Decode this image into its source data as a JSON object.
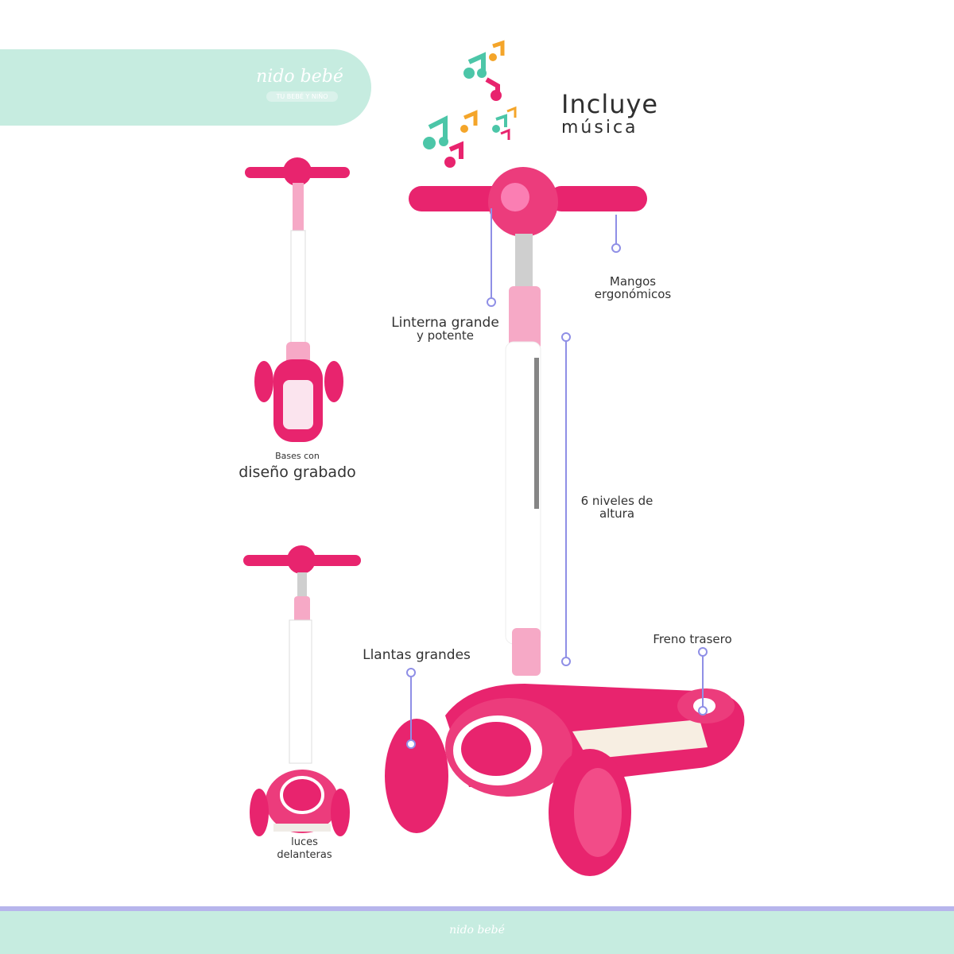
{
  "brand": {
    "name": "nido bebé",
    "tagline": "TU BEBÉ Y NIÑO"
  },
  "footer": {
    "brand_name": "nido bebé"
  },
  "headline": {
    "line1": "Incluye",
    "line2": "música"
  },
  "features": {
    "handles": {
      "line1": "Mangos",
      "line2": "ergonómicos"
    },
    "flashlight": {
      "line1": "Linterna grande",
      "line2": "y potente"
    },
    "height": {
      "line1": "6 niveles de",
      "line2": "altura"
    },
    "brake": {
      "line1": "Freno trasero"
    },
    "wheels": {
      "line1": "Llantas grandes"
    },
    "bases": {
      "line1": "Bases con",
      "line2": "diseño grabado"
    },
    "lights": {
      "line1": "luces",
      "line2": "delanteras"
    }
  },
  "colors": {
    "banner": "#c6ece0",
    "accent_pink": "#e8246e",
    "light_pink": "#f6a9c6",
    "callout": "#8f8fe6",
    "note_teal": "#4cc6a8",
    "note_orange": "#f4a52a"
  }
}
